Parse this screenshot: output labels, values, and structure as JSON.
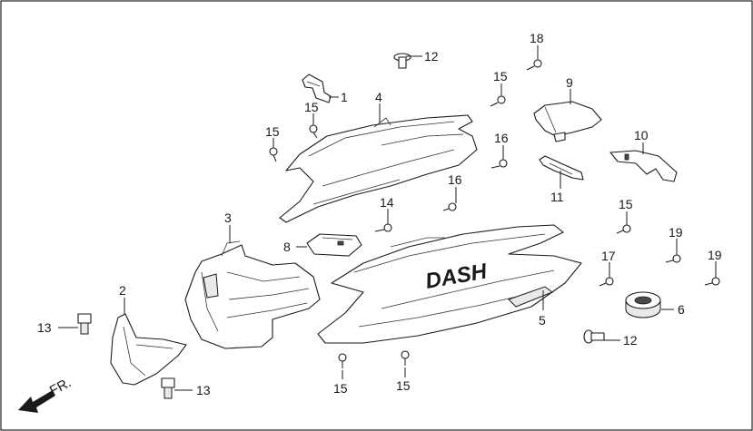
{
  "diagram": {
    "brand_mark": "DASH",
    "direction_label": "FR.",
    "callouts": {
      "c1": "1",
      "c2": "2",
      "c3": "3",
      "c4": "4",
      "c5": "5",
      "c6": "6",
      "c8": "8",
      "c9": "9",
      "c10": "10",
      "c11": "11",
      "c12a": "12",
      "c12b": "12",
      "c13a": "13",
      "c13b": "13",
      "c14": "14",
      "c15a": "15",
      "c15b": "15",
      "c15c": "15",
      "c15d": "15",
      "c15e": "15",
      "c15f": "15",
      "c16a": "16",
      "c16b": "16",
      "c17": "17",
      "c18": "18",
      "c19a": "19",
      "c19b": "19"
    }
  }
}
